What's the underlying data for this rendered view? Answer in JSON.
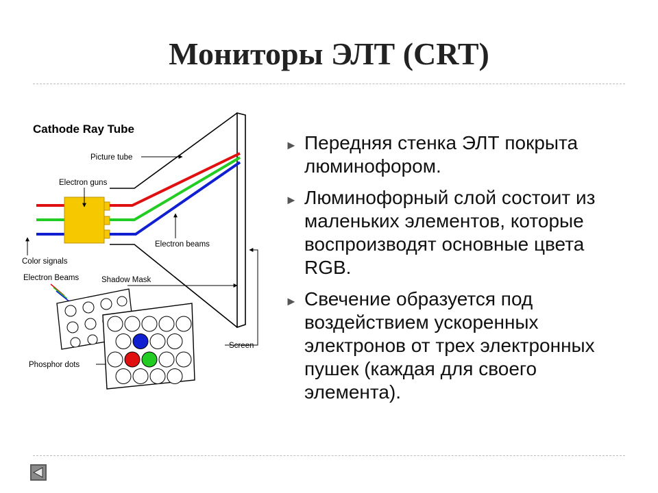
{
  "slide": {
    "title": "Мониторы ЭЛТ (CRT)"
  },
  "diagram": {
    "heading": "Cathode Ray Tube",
    "labels": {
      "picture_tube": "Picture tube",
      "electron_guns": "Electron guns",
      "electron_beams": "Electron beams",
      "color_signals": "Color signals",
      "electron_beams_caps": "Electron Beams",
      "shadow_mask": "Shadow Mask",
      "screen": "Screen",
      "phosphor_dots": "Phosphor dots"
    },
    "colors": {
      "red": "#e01010",
      "green": "#22cc22",
      "blue": "#1020d0",
      "gun": "#f5c800"
    }
  },
  "bullets": [
    "Передняя стенка ЭЛТ покрыта люминофором.",
    "Люминофорный слой состоит из маленьких элементов, которые воспроизводят основные цвета RGB.",
    "Свечение образуется под воздействием ускоренных электронов от трех электронных пушек (каждая для своего элемента)."
  ],
  "nav": {
    "icon": "back-triangle-icon"
  }
}
